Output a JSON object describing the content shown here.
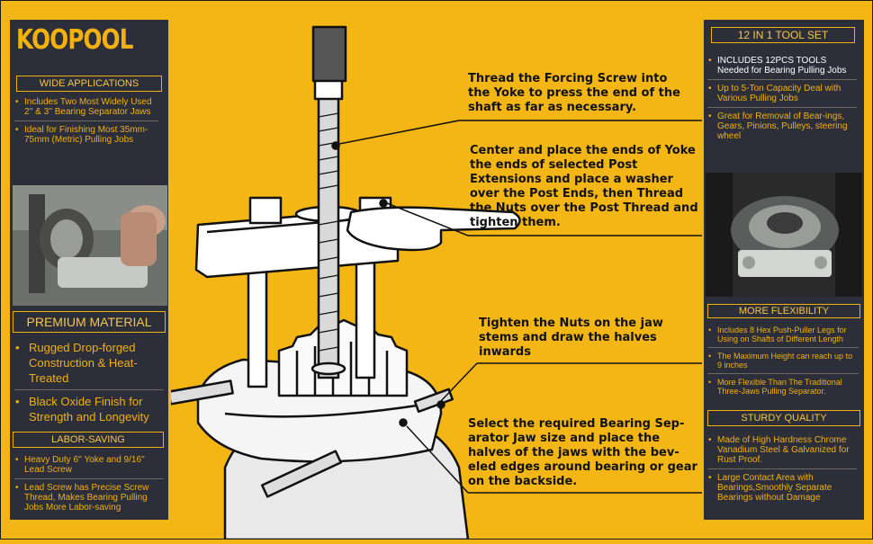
{
  "brand": "KOOPOOL",
  "left": {
    "wide_applications": {
      "title": "WIDE APPLICATIONS",
      "items": [
        "Includes Two Most Widely Used 2'' & 3'' Bearing Separator Jaws",
        "Ideal for Finishing Most 35mm-75mm  (Metric) Pulling Jobs"
      ]
    },
    "premium_material": {
      "title": "PREMIUM MATERIAL",
      "items": [
        "Rugged Drop-forged Construction & Heat-Treated",
        "Black Oxide Finish for Strength and Longevity"
      ]
    },
    "labor_saving": {
      "title": "LABOR-SAVING",
      "items": [
        "Heavy Duty 6'' Yoke and 9/16'' Lead Screw",
        "Lead Screw has Precise Screw Thread, Makes Bearing Pulling Jobs More Labor-saving"
      ]
    }
  },
  "right": {
    "tool_set": {
      "title": "12 IN 1 TOOL SET",
      "items": [
        "INCLUDES  12PCS TOOLS Needed  for Bearing Pulling Jobs",
        "Up to 5-Ton Capacity Deal with Various Pulling Jobs",
        "Great for Removal of Bear-ings, Gears, Pinions, Pulleys, steering wheel"
      ]
    },
    "more_flexibility": {
      "title": "MORE FLEXIBILITY",
      "items": [
        "Includes 8 Hex Push-Puller Legs for Using on Shafts of Different Length",
        "The Maximum Height can reach up to 9 inches",
        "More Flexible Than The Traditional Three-Jaws Pulling Separator."
      ]
    },
    "sturdy_quality": {
      "title": "STURDY QUALITY",
      "items": [
        "Made of High Hardness Chrome Vanadium Steel & Galvanized for Rust Proof.",
        "Large Contact Area with Bearings,Smoothly Separate Bearings without Damage"
      ]
    }
  },
  "instructions": [
    "Thread the Forcing Screw into the Yoke to press the end of the shaft as far as necessary.",
    "Center and place the ends of Yoke the ends of selected Post Extensions and place a washer over the Post Ends, then Thread the Nuts over the Post Thread and tighten them.",
    "Tighten the Nuts on the jaw stems and draw the halves inwards",
    "Select the required Bearing Sep-arator Jaw size and place the halves of the jaws with the bev-eled edges around bearing or gear on the backside."
  ],
  "colors": {
    "background": "#f4b614",
    "panel": "#2c2e3a",
    "accent": "#f2b10f"
  }
}
